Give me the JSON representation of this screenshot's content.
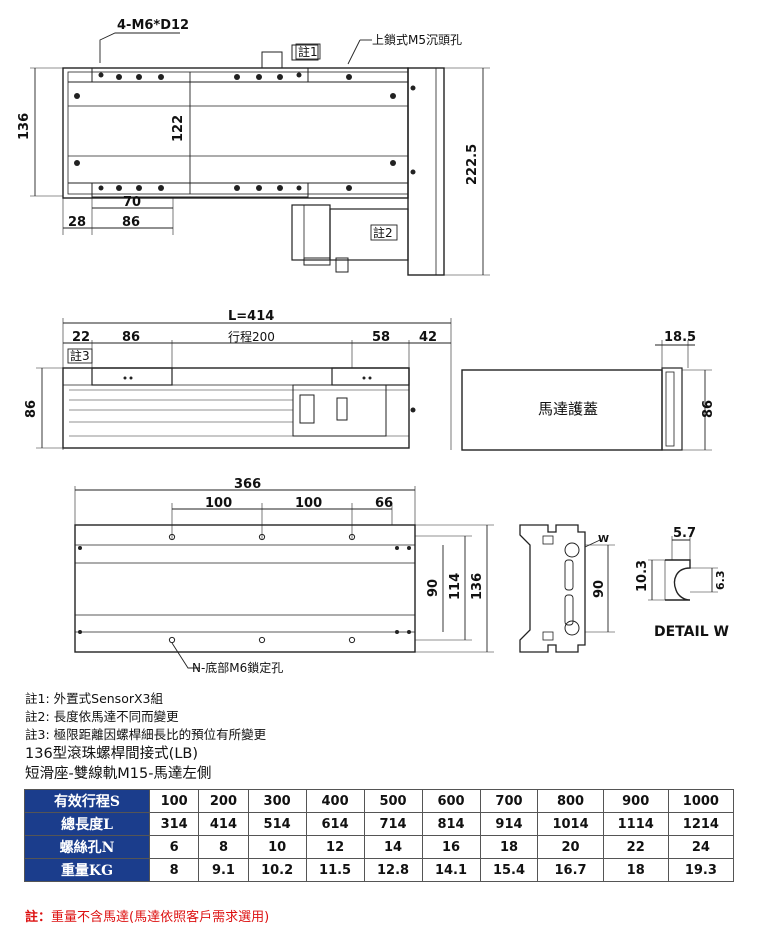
{
  "top_view": {
    "hole_callout": "4-M6*D12",
    "lock_callout": "上鎖式M5沉頭孔",
    "note1_tag": "註1",
    "note2_tag": "註2",
    "dim_136": "136",
    "dim_122": "122",
    "dim_222_5": "222.5",
    "dim_70": "70",
    "dim_28": "28",
    "dim_86": "86"
  },
  "side_view": {
    "dim_L": "L=414",
    "dim_22": "22",
    "dim_86": "86",
    "dim_stroke": "行程200",
    "dim_58": "58",
    "dim_42": "42",
    "note3_tag": "註3",
    "dim_height": "86"
  },
  "motor_cover": {
    "label": "馬達護蓋",
    "dim_18_5": "18.5",
    "dim_86": "86"
  },
  "bottom_view": {
    "dim_366": "366",
    "dim_100a": "100",
    "dim_100b": "100",
    "dim_66": "66",
    "dim_90": "90",
    "dim_114": "114",
    "dim_136": "136",
    "callout": "N-底部M6鎖定孔"
  },
  "profile": {
    "w_tag": "W",
    "dim_90": "90"
  },
  "detail_w": {
    "title": "DETAIL W",
    "dim_5_7": "5.7",
    "dim_10_3": "10.3",
    "dim_6_3": "6.3"
  },
  "notes": [
    "註1: 外置式SensorX3組",
    "註2: 長度依馬達不同而變更",
    "註3: 極限距離因螺桿細長比的預位有所變更"
  ],
  "model_title": "136型滾珠螺桿間接式(LB)",
  "model_subtitle": "短滑座-雙線軌M15-馬達左側",
  "spec_table": {
    "rows": [
      {
        "label": "有效行程S",
        "values": [
          "100",
          "200",
          "300",
          "400",
          "500",
          "600",
          "700",
          "800",
          "900",
          "1000"
        ]
      },
      {
        "label": "總長度L",
        "values": [
          "314",
          "414",
          "514",
          "614",
          "714",
          "814",
          "914",
          "1014",
          "1114",
          "1214"
        ]
      },
      {
        "label": "螺絲孔N",
        "values": [
          "6",
          "8",
          "10",
          "12",
          "14",
          "16",
          "18",
          "20",
          "22",
          "24"
        ]
      },
      {
        "label": "重量KG",
        "values": [
          "8",
          "9.1",
          "10.2",
          "11.5",
          "12.8",
          "14.1",
          "15.4",
          "16.7",
          "18",
          "19.3"
        ]
      }
    ]
  },
  "footnote": {
    "label": "註：",
    "text": "重量不含馬達(馬達依照客戶需求選用)"
  },
  "colors": {
    "table_header_bg": "#1b3d8c",
    "footnote_text": "#d11111"
  }
}
